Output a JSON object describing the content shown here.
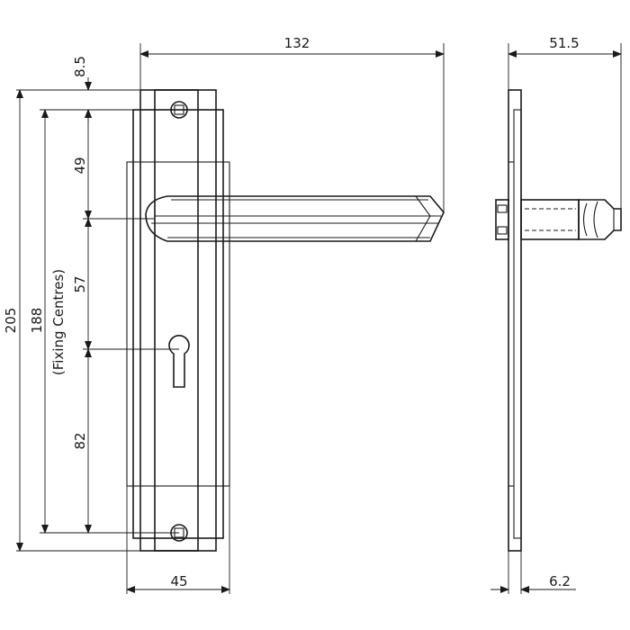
{
  "dimensions": {
    "handle_projection": "132",
    "top_offset": "8.5",
    "overall_height": "205",
    "fixing_centres_value": "188",
    "fixing_centres_label": "(Fixing Centres)",
    "lever_to_top_fixing": "49",
    "lever_to_keyhole": "57",
    "keyhole_to_bottom_fixing": "82",
    "plate_width": "45",
    "side_depth": "51.5",
    "plate_thickness": "6.2"
  }
}
